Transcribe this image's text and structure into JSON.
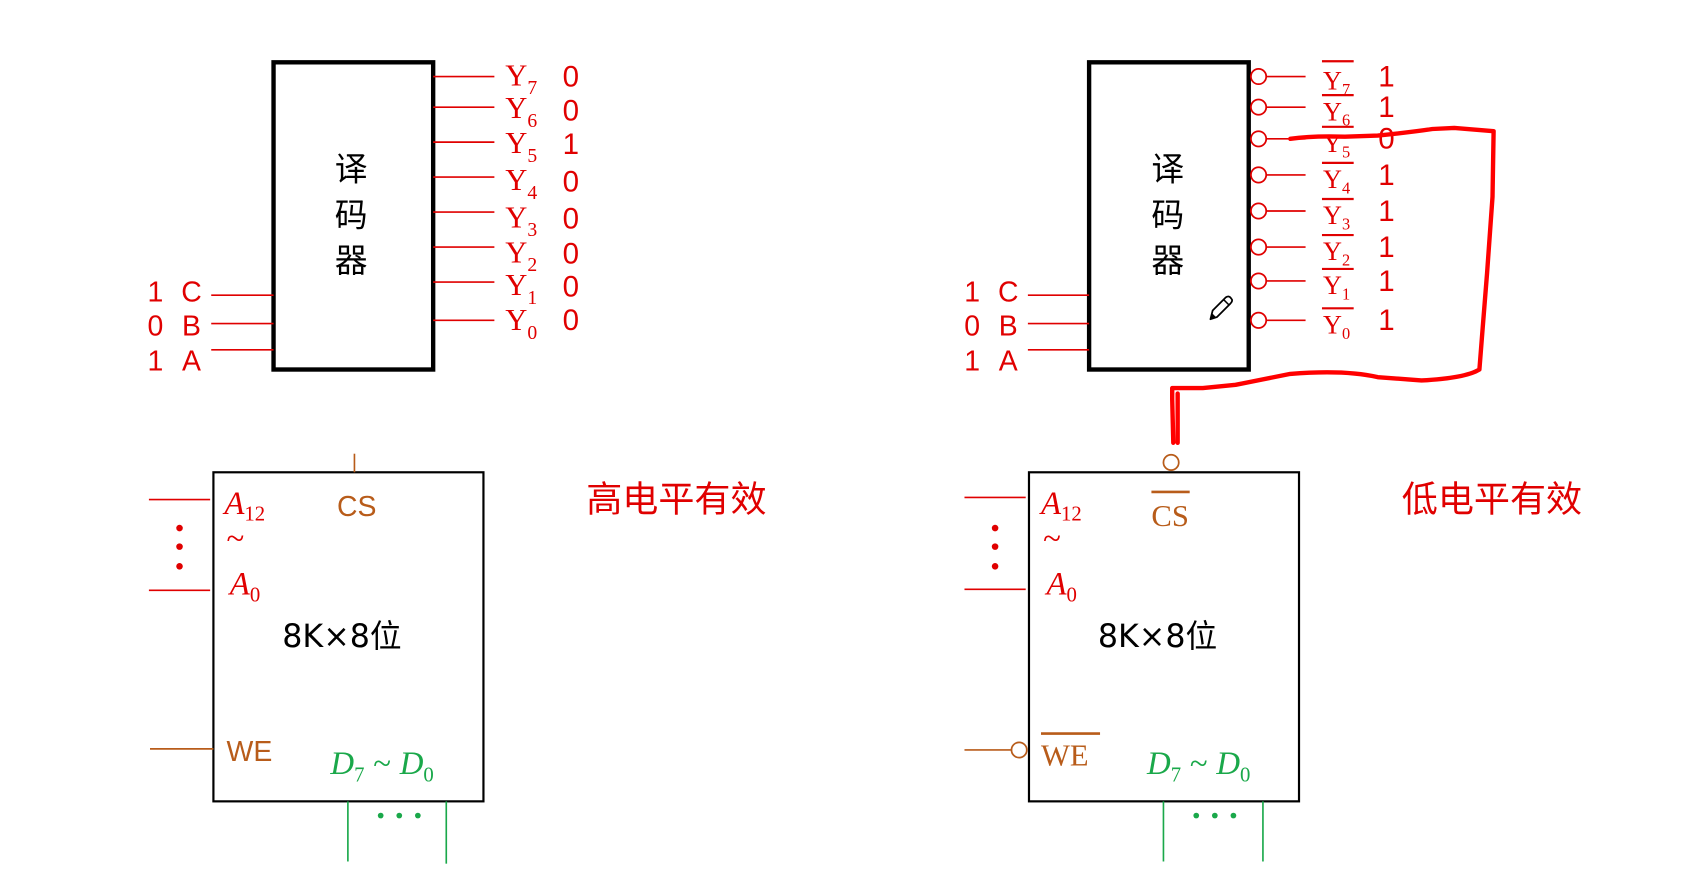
{
  "colors": {
    "signal_red": "#e00000",
    "control_brown": "#b85c1a",
    "data_green": "#1aa84a",
    "outline_black": "#000000",
    "annotation_red": "#ff0000"
  },
  "left_panel": {
    "decoder": {
      "title_chars": [
        "译",
        "码",
        "器"
      ],
      "inputs": [
        {
          "name": "C",
          "value": "1"
        },
        {
          "name": "B",
          "value": "0"
        },
        {
          "name": "A",
          "value": "1"
        }
      ],
      "outputs": [
        {
          "base": "Y",
          "sub": "7",
          "value": "0"
        },
        {
          "base": "Y",
          "sub": "6",
          "value": "0"
        },
        {
          "base": "Y",
          "sub": "5",
          "value": "1"
        },
        {
          "base": "Y",
          "sub": "4",
          "value": "0"
        },
        {
          "base": "Y",
          "sub": "3",
          "value": "0"
        },
        {
          "base": "Y",
          "sub": "2",
          "value": "0"
        },
        {
          "base": "Y",
          "sub": "1",
          "value": "0"
        },
        {
          "base": "Y",
          "sub": "0",
          "value": "0"
        }
      ],
      "active_low": false
    },
    "memory": {
      "addr_high": {
        "base": "A",
        "sub": "12"
      },
      "addr_tilde": "~",
      "addr_low": {
        "base": "A",
        "sub": "0"
      },
      "addr_dots": "⋮",
      "cs_label": "CS",
      "we_label": "WE",
      "capacity": "8K×8位",
      "data_label": {
        "hi_base": "D",
        "hi_sub": "7",
        "sep": "~",
        "lo_base": "D",
        "lo_sub": "0"
      },
      "data_dots": "···",
      "active_low": false
    },
    "caption": "高电平有效"
  },
  "right_panel": {
    "decoder": {
      "title_chars": [
        "译",
        "码",
        "器"
      ],
      "inputs": [
        {
          "name": "C",
          "value": "1"
        },
        {
          "name": "B",
          "value": "0"
        },
        {
          "name": "A",
          "value": "1"
        }
      ],
      "outputs": [
        {
          "base": "Y",
          "sub": "7",
          "value": "1"
        },
        {
          "base": "Y",
          "sub": "6",
          "value": "1"
        },
        {
          "base": "Y",
          "sub": "5",
          "value": "0"
        },
        {
          "base": "Y",
          "sub": "4",
          "value": "1"
        },
        {
          "base": "Y",
          "sub": "3",
          "value": "1"
        },
        {
          "base": "Y",
          "sub": "2",
          "value": "1"
        },
        {
          "base": "Y",
          "sub": "1",
          "value": "1"
        },
        {
          "base": "Y",
          "sub": "0",
          "value": "1"
        }
      ],
      "active_low": true,
      "cursor_icon": "pencil-icon"
    },
    "memory": {
      "addr_high": {
        "base": "A",
        "sub": "12"
      },
      "addr_tilde": "~",
      "addr_low": {
        "base": "A",
        "sub": "0"
      },
      "addr_dots": "⋮",
      "cs_label": "CS",
      "we_label": "WE",
      "capacity": "8K×8位",
      "data_label": {
        "hi_base": "D",
        "hi_sub": "7",
        "sep": "~",
        "lo_base": "D",
        "lo_sub": "0"
      },
      "data_dots": "···",
      "active_low": true
    },
    "annotation": "hand-drawn wire from Y5 output to CS input",
    "caption": "低电平有效"
  }
}
